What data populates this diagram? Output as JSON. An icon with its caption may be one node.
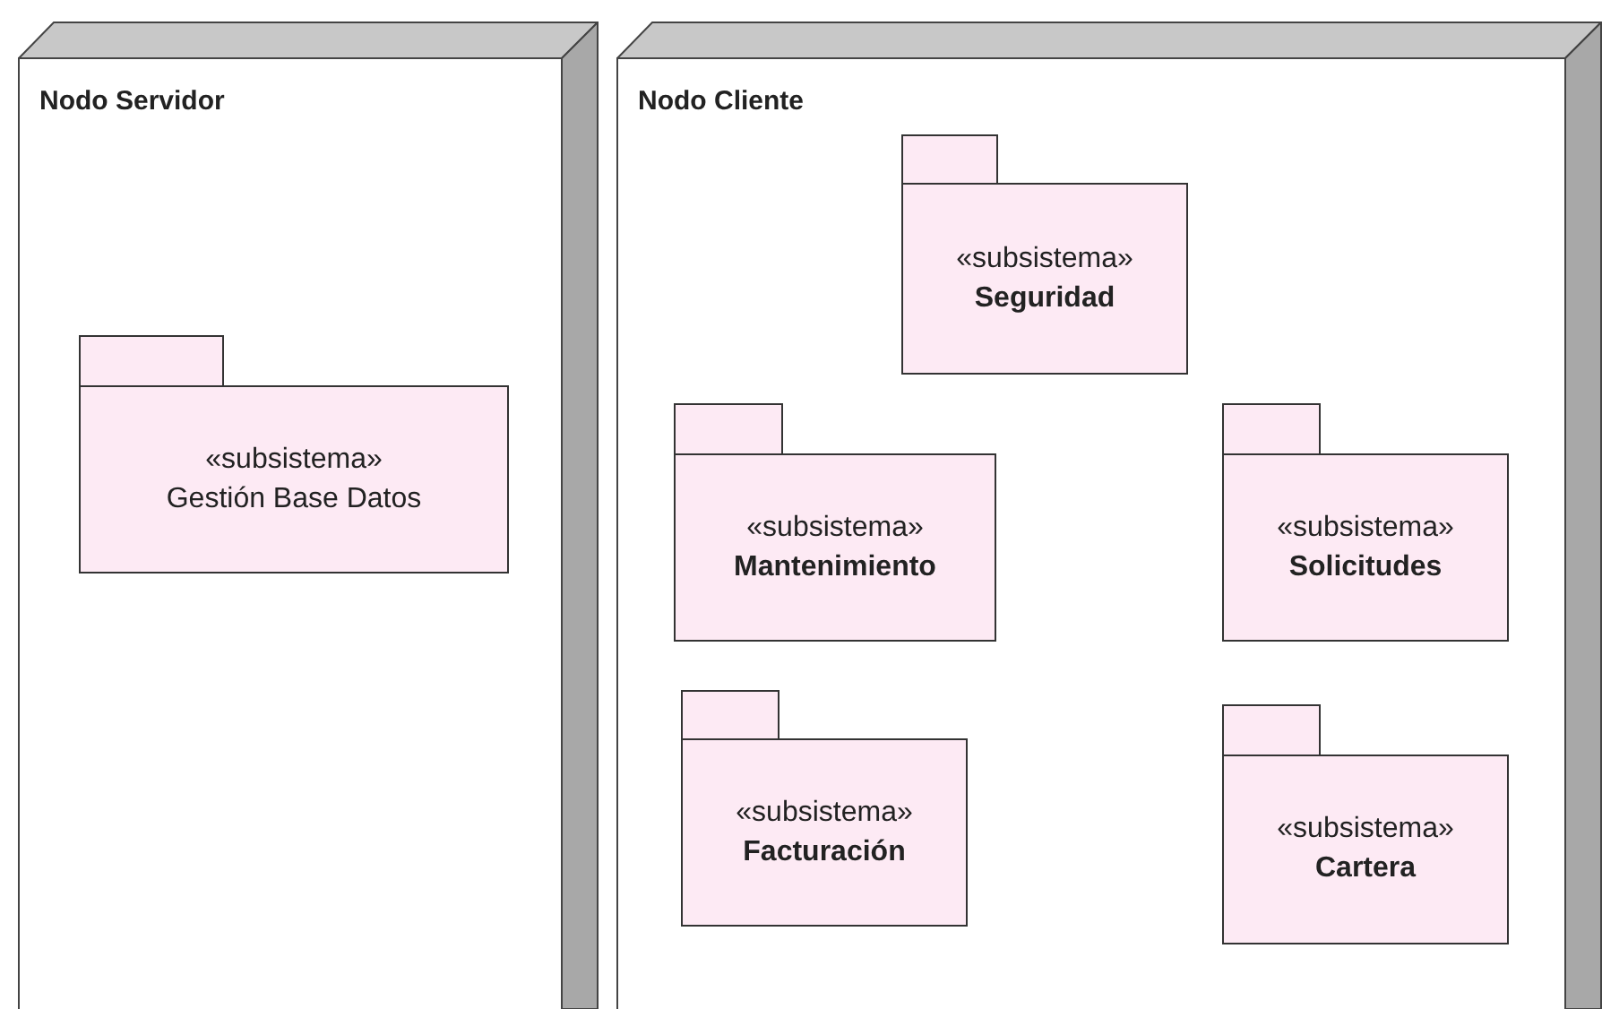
{
  "diagram": {
    "nodes": [
      {
        "text": [
          "Nodo Servidor"
        ]
      },
      {
        "text": [
          "«subsistema»",
          "Gestión Base Datos"
        ],
        "in": 0
      },
      {
        "text": [
          "Nodo Cliente"
        ]
      },
      {
        "text": [
          "«subsistema»",
          "Seguridad"
        ],
        "in": 2
      },
      {
        "text": [
          "«subsistema»",
          "Mantenimiento"
        ],
        "in": 2
      },
      {
        "text": [
          "«subsistema»",
          "Solicitudes"
        ],
        "in": 2
      },
      {
        "text": [
          "«subsistema»",
          "Facturación"
        ],
        "in": 2
      },
      {
        "text": [
          "«subsistema»",
          "Cartera"
        ],
        "in": 2
      }
    ]
  }
}
